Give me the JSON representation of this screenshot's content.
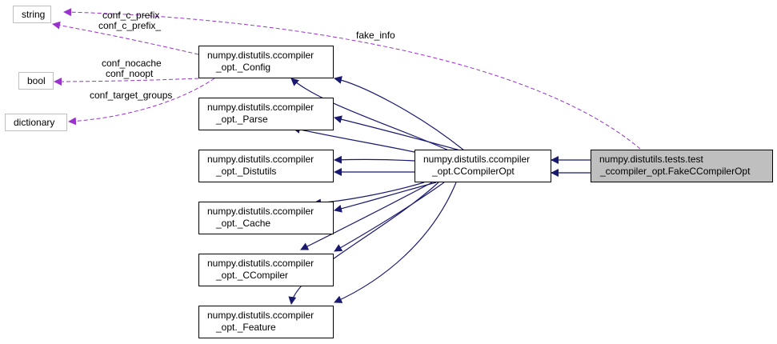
{
  "nodes": {
    "string": {
      "label": "string"
    },
    "bool": {
      "label": "bool"
    },
    "dictionary": {
      "label": "dictionary"
    },
    "config": {
      "line1": "numpy.distutils.ccompiler",
      "line2": "_opt._Config"
    },
    "parse": {
      "line1": "numpy.distutils.ccompiler",
      "line2": "_opt._Parse"
    },
    "distutils": {
      "line1": "numpy.distutils.ccompiler",
      "line2": "_opt._Distutils"
    },
    "cache": {
      "line1": "numpy.distutils.ccompiler",
      "line2": "_opt._Cache"
    },
    "ccompiler": {
      "line1": "numpy.distutils.ccompiler",
      "line2": "_opt._CCompiler"
    },
    "feature": {
      "line1": "numpy.distutils.ccompiler",
      "line2": "_opt._Feature"
    },
    "ccompileropt": {
      "line1": "numpy.distutils.ccompiler",
      "line2": "_opt.CCompilerOpt"
    },
    "fake": {
      "line1": "numpy.distutils.tests.test",
      "line2": "_ccompiler_opt.FakeCCompilerOpt"
    }
  },
  "edge_labels": {
    "prefix_1": "conf_c_prefix",
    "prefix_2": "conf_c_prefix_",
    "fake_info": "fake_info",
    "nocache": "conf_nocache",
    "noopt": "conf_noopt",
    "target_groups": "conf_target_groups"
  },
  "colors": {
    "inheritance": "#191970",
    "usage": "#9a32cd",
    "focus_fill": "#bfbfbf",
    "external_border": "#bfbfbf"
  }
}
